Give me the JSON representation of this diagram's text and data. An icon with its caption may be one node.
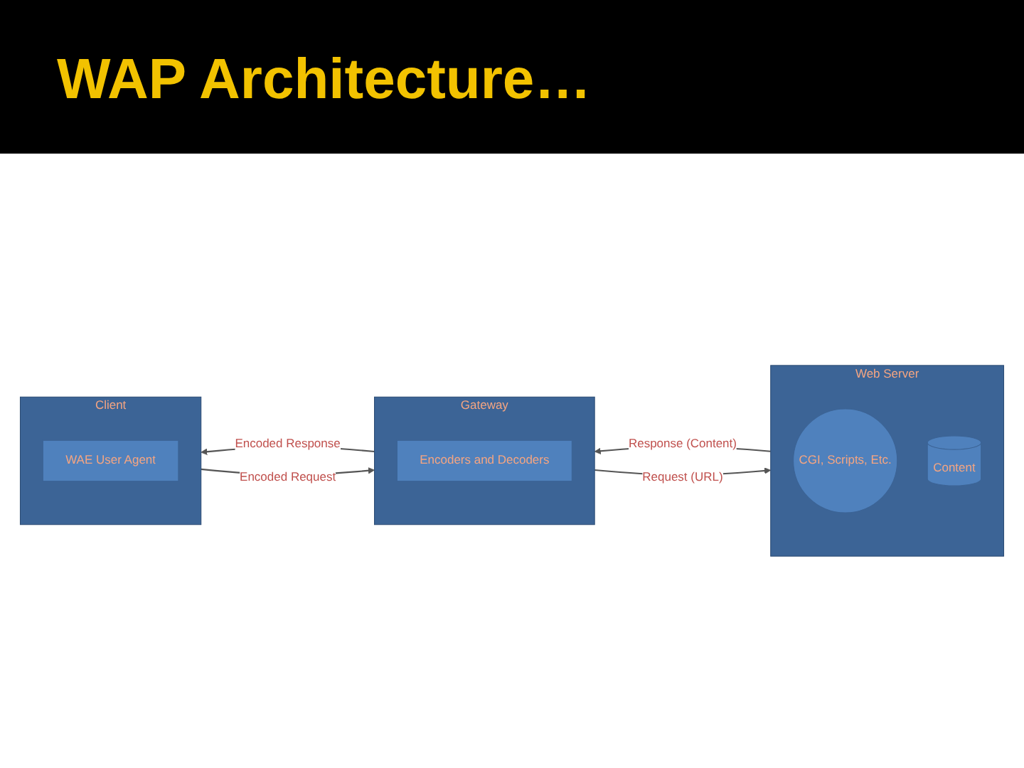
{
  "diagram": {
    "title": "WAP Architecture…",
    "nodes": [
      {
        "text": [
          "Client"
        ]
      },
      {
        "text": [
          "WAE User Agent"
        ],
        "in": 0
      },
      {
        "text": [
          "Gateway"
        ]
      },
      {
        "text": [
          "Encoders and Decoders"
        ],
        "in": 2
      },
      {
        "text": [
          "Web Server"
        ]
      },
      {
        "text": [
          "CGI, Scripts, Etc."
        ],
        "in": 4
      },
      {
        "text": [
          "Content"
        ],
        "in": 4
      }
    ],
    "edges": [
      {
        "from": 0,
        "to": 2,
        "arrow": "to",
        "label": "Encoded Request"
      },
      {
        "from": 2,
        "to": 0,
        "arrow": "to",
        "label": "Encoded Response"
      },
      {
        "from": 2,
        "to": 4,
        "arrow": "to",
        "label": "Request (URL)"
      },
      {
        "from": 4,
        "to": 2,
        "arrow": "to",
        "label": "Response (Content)"
      }
    ]
  }
}
